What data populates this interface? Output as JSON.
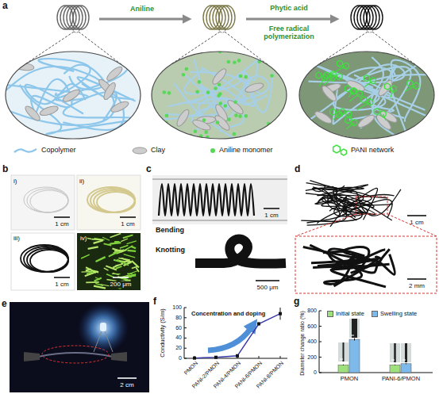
{
  "diagram": {
    "labels": [
      "a",
      "Aniline",
      "Phytic acid",
      "Free radical polymerization",
      "b",
      "i)",
      "ii)",
      "iii)",
      "iv)",
      "1 cm",
      "1 cm",
      "1 cm",
      "200 μm",
      "c",
      "1 cm",
      "Bending",
      "Knotting",
      "500 μm",
      "d",
      "1 cm",
      "2 mm",
      "e",
      "2 cm",
      "f",
      "Conductivity (S/m)",
      "0",
      "20",
      "40",
      "60",
      "80",
      "100",
      "PMON",
      "PANI-2/PMON",
      "PANI-4/PMON",
      "PANI-6/PMON",
      "PANI-8/PMON",
      "Concentration and doping",
      "g",
      "Diameter change ratio (%)",
      "0",
      "200",
      "400",
      "600",
      "800",
      "PMON",
      "PANI-6/PMON"
    ],
    "legend": [
      {
        "text": "Copolymer"
      },
      {
        "text": "Clay"
      },
      {
        "text": "Aniline monomer"
      },
      {
        "text": "PANI network"
      },
      {
        "text": "Initial state",
        "color": "#9ee07c"
      },
      {
        "text": "Swelling state",
        "color": "#7db9ea"
      }
    ]
  }
}
